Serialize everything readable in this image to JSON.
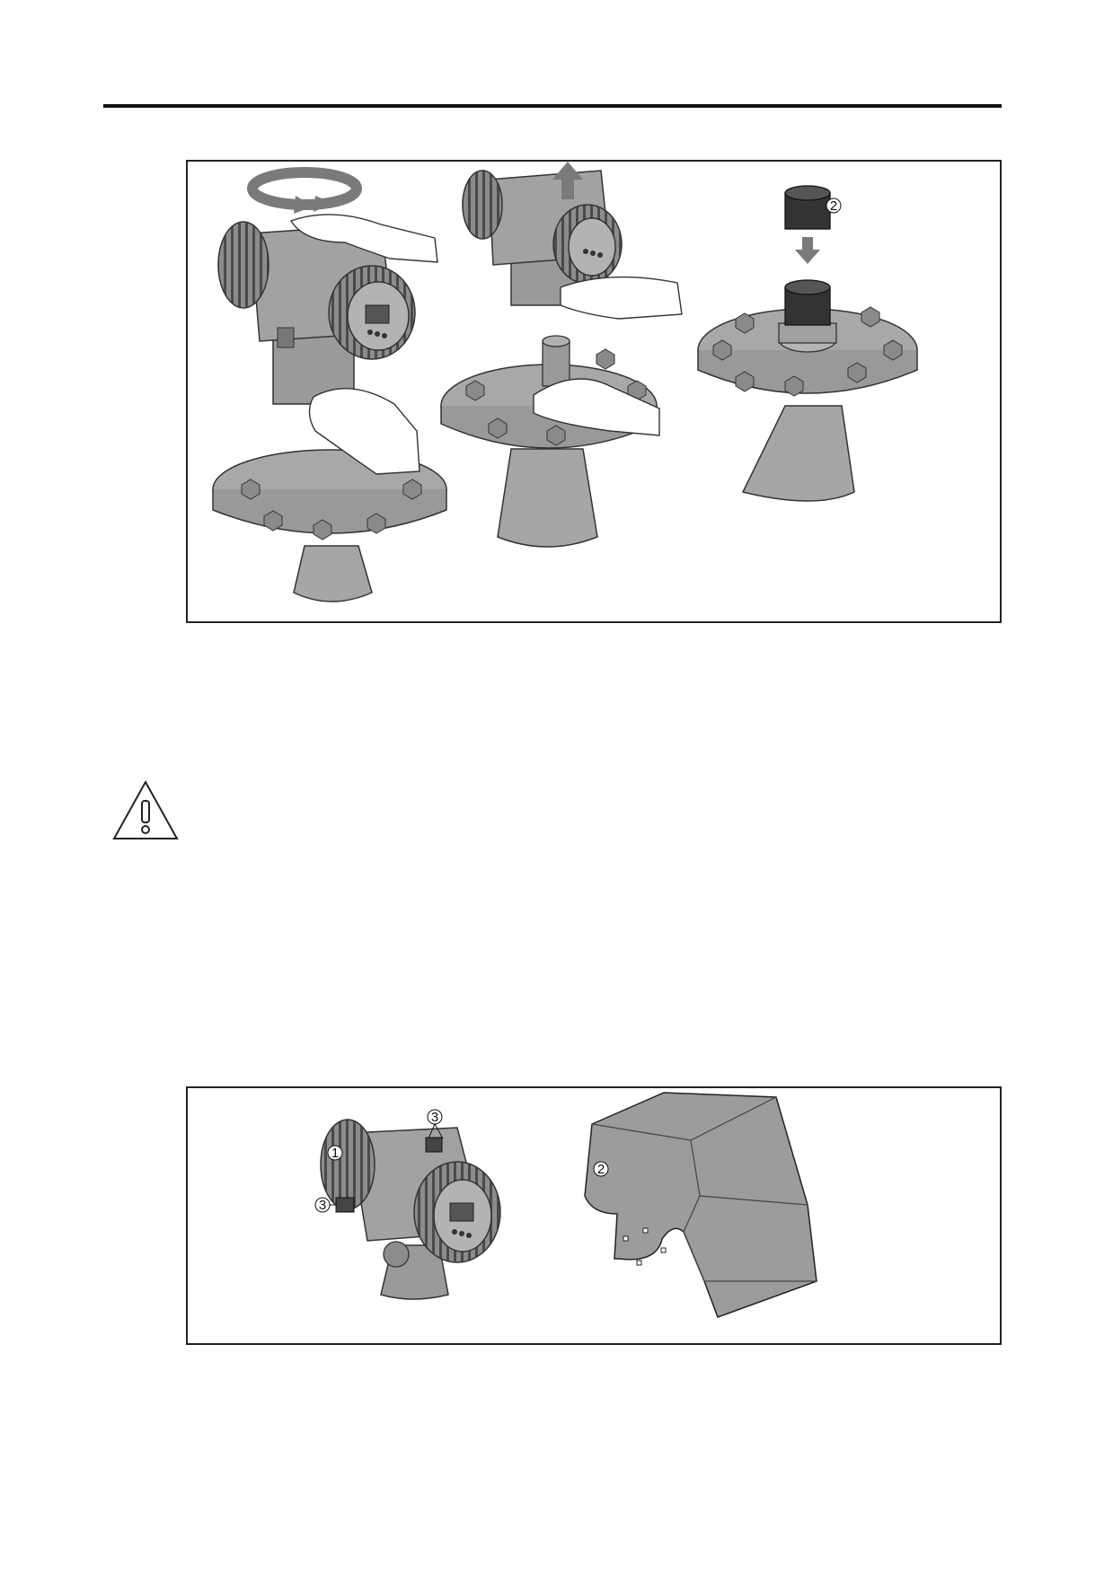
{
  "figure1": {
    "callouts": {
      "cap": "2"
    }
  },
  "figure2": {
    "callouts": {
      "housing": "1",
      "cover": "2",
      "screw_top": "3",
      "screw_side": "3"
    }
  },
  "icons": {
    "rotate": "rotate-arrow-icon",
    "lift": "up-arrow-icon",
    "insert": "down-arrow-icon",
    "warning": "warning-triangle-icon"
  },
  "colors": {
    "device_fill": "#9a9a9a",
    "device_dark": "#5e5e5e",
    "cap_fill": "#333333",
    "cover_fill": "#9c9c9c"
  }
}
